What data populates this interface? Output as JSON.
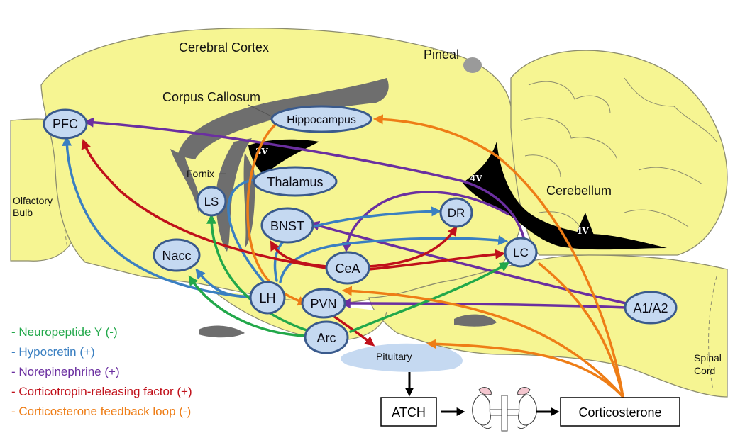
{
  "colors": {
    "brain": "#f6f592",
    "brain_outline": "#8c8c6e",
    "ventricle": "#000000",
    "white_matter": "#6e6e6e",
    "node_fill": "#c5d9f1",
    "node_stroke": "#3a5a8c",
    "pituitary": "#c5d9f1",
    "npy": "#22a84a",
    "hcrt": "#3a7fc1",
    "ne": "#6b2fa0",
    "crf": "#c0101a",
    "cort": "#ee7d16"
  },
  "regions": {
    "cerebral_cortex": "Cerebral Cortex",
    "pineal": "Pineal",
    "corpus_callosum": "Corpus Callosum",
    "cerebellum": "Cerebellum",
    "fornix": "Fornix",
    "olfactory_bulb_1": "Olfactory",
    "olfactory_bulb_2": "Bulb",
    "spinal_cord_1": "Spinal",
    "spinal_cord_2": "Cord",
    "ventricle_3v": "3V",
    "ventricle_4v_a": "4V",
    "ventricle_4v_b": "4V",
    "pituitary": "Pituitary"
  },
  "nodes": {
    "pfc": "PFC",
    "hippocampus": "Hippocampus",
    "thalamus": "Thalamus",
    "ls": "LS",
    "bnst": "BNST",
    "dr": "DR",
    "nacc": "Nacc",
    "cea": "CeA",
    "lc": "LC",
    "lh": "LH",
    "pvn": "PVN",
    "arc": "Arc",
    "a1a2": "A1/A2"
  },
  "boxes": {
    "atch": "ATCH",
    "corticosterone": "Corticosterone"
  },
  "legend": [
    {
      "label": "- Neuropeptide Y (-)",
      "color": "#22a84a"
    },
    {
      "label": "- Hypocretin (+)",
      "color": "#3a7fc1"
    },
    {
      "label": "- Norepinephrine (+)",
      "color": "#6b2fa0"
    },
    {
      "label": "- Corticotropin-releasing factor (+)",
      "color": "#c0101a"
    },
    {
      "label": "- Corticosterone feedback loop (-)",
      "color": "#ee7d16"
    }
  ]
}
